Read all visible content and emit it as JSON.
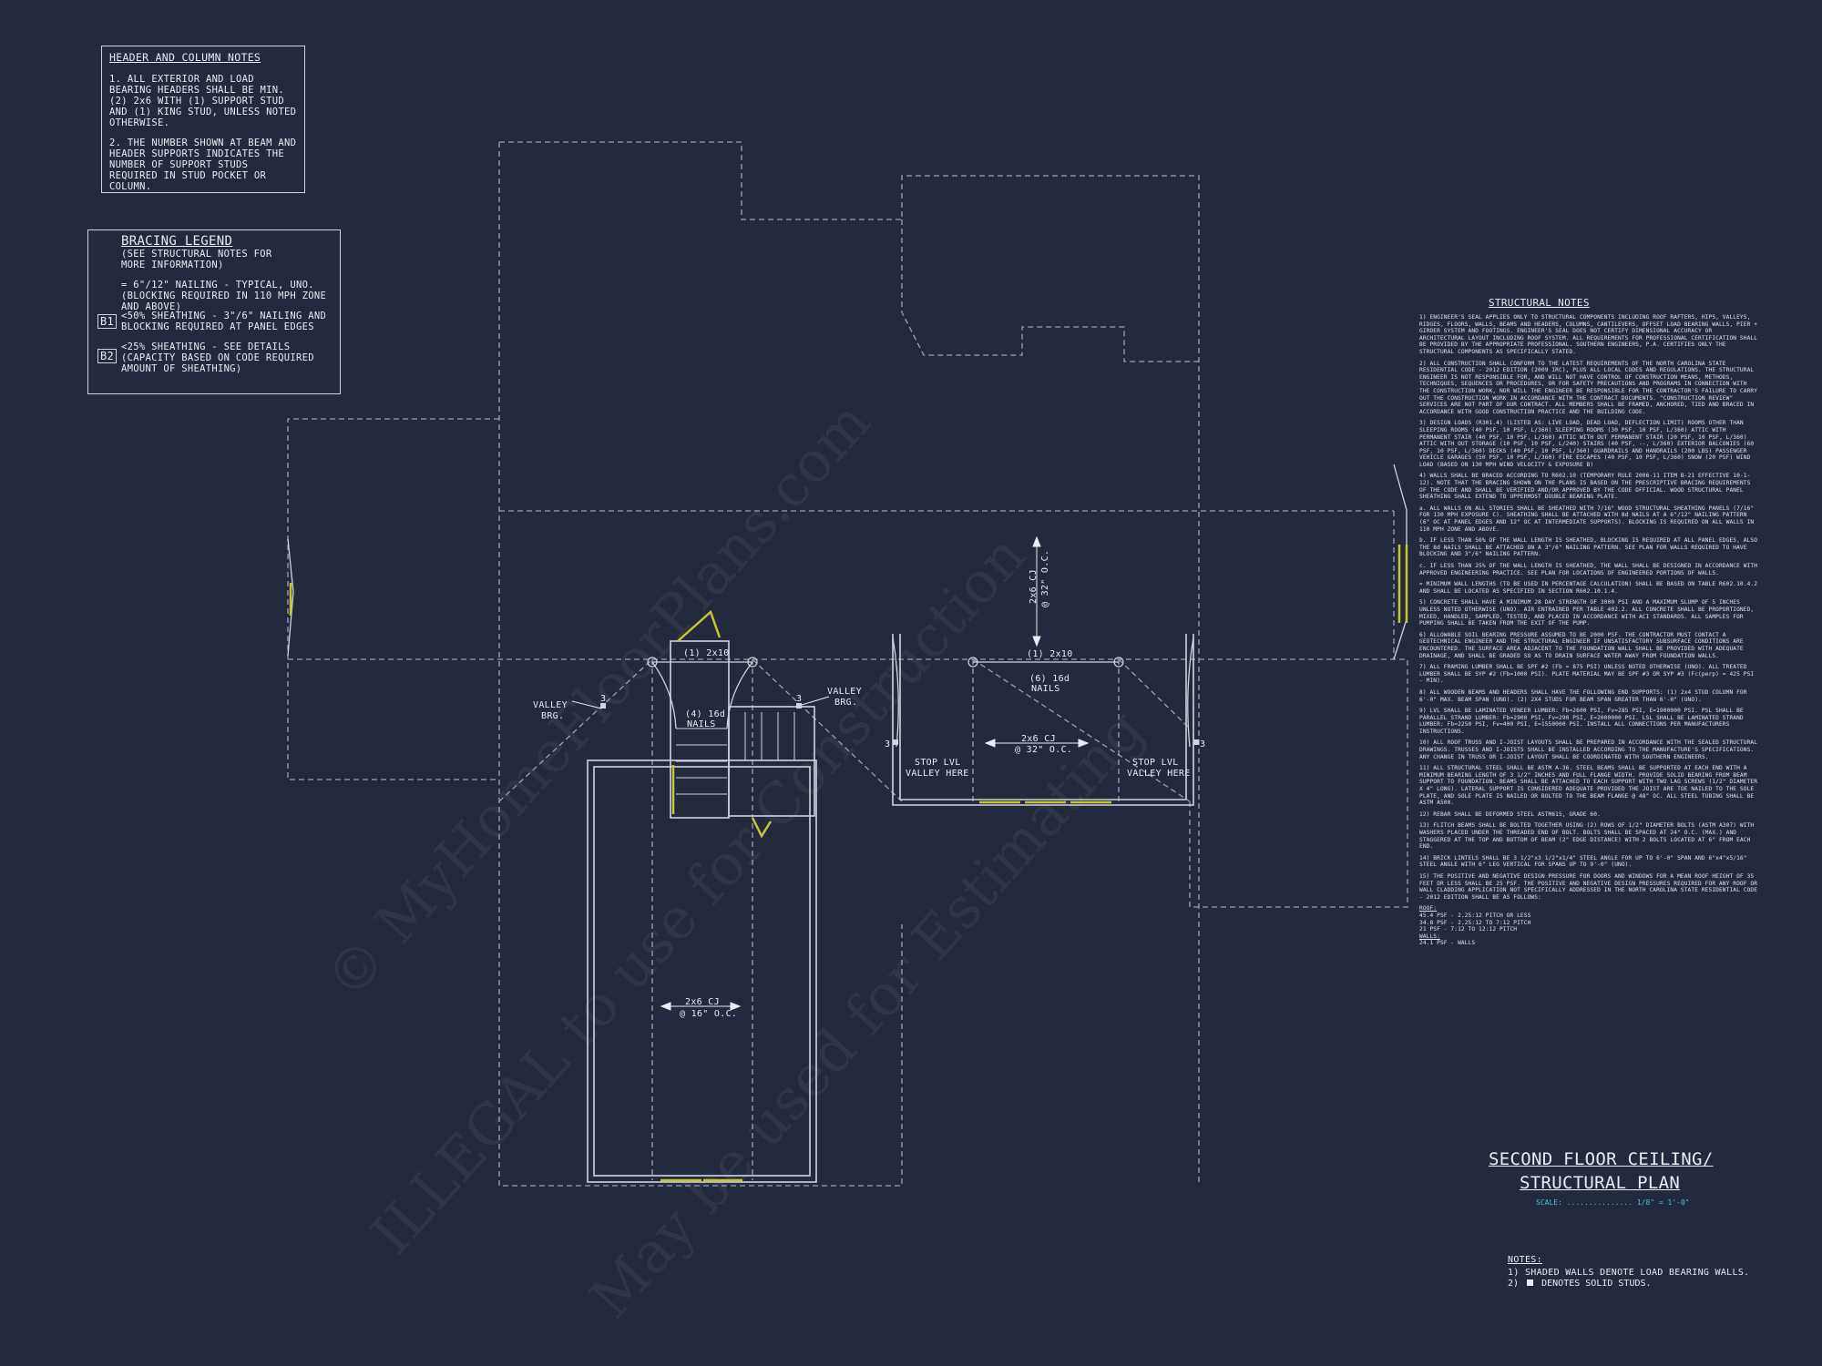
{
  "header_notes": {
    "title": "HEADER AND COLUMN NOTES",
    "note1": "1. ALL EXTERIOR AND LOAD BEARING HEADERS SHALL BE MIN. (2) 2x6 WITH (1) SUPPORT STUD AND (1) KING STUD, UNLESS NOTED OTHERWISE.",
    "note2": "2. THE NUMBER SHOWN AT BEAM AND HEADER SUPPORTS INDICATES THE NUMBER OF SUPPORT STUDS REQUIRED IN STUD POCKET OR COLUMN."
  },
  "bracing_legend": {
    "title": "BRACING LEGEND",
    "subtitle": "(SEE STRUCTURAL NOTES FOR MORE INFORMATION)",
    "item1": "= 6\"/12\" NAILING - TYPICAL, UNO. (BLOCKING REQUIRED IN 110 MPH ZONE AND ABOVE)",
    "b1_tag": "B1",
    "b1_text": "<50% SHEATHING - 3\"/6\" NAILING AND BLOCKING REQUIRED AT PANEL EDGES",
    "b2_tag": "B2",
    "b2_text": "<25% SHEATHING - SEE DETAILS (CAPACITY BASED ON CODE REQUIRED AMOUNT OF SHEATHING)"
  },
  "plan_labels": {
    "header_left": "(1) 2x10",
    "nails_left_1": "(4) 16d",
    "nails_left_2": "NAILS",
    "header_right": "(1) 2x10",
    "nails_right_1": "(6) 16d",
    "nails_right_2": "NAILS",
    "valley_left_1": "VALLEY",
    "valley_left_2": "BRG.",
    "valley_right_1": "VALLEY",
    "valley_right_2": "BRG.",
    "stud_count": "3",
    "cj_vertical_1": "2x6 CJ",
    "cj_vertical_2": "@ 32\" O.C.",
    "cj_mid_1": "2x6 CJ",
    "cj_mid_2": "@ 32\" O.C.",
    "cj_low_1": "2x6 CJ",
    "cj_low_2": "@ 16\" O.C.",
    "stop_left_1": "STOP LVL",
    "stop_left_2": "VALLEY HERE",
    "stop_right_1": "STOP LVL",
    "stop_right_2": "VALLEY HERE"
  },
  "structural_notes": {
    "title": "STRUCTURAL NOTES",
    "paragraphs": [
      "1) ENGINEER'S SEAL APPLIES ONLY TO STRUCTURAL COMPONENTS INCLUDING ROOF RAFTERS, HIPS, VALLEYS, RIDGES, FLOORS, WALLS, BEAMS AND HEADERS, COLUMNS, CANTILEVERS, OFFSET LOAD BEARING WALLS, PIER + GIRDER SYSTEM AND FOOTINGS. ENGINEER'S SEAL DOES NOT CERTIFY DIMENSIONAL ACCURACY OR ARCHITECTURAL LAYOUT INCLUDING ROOF SYSTEM. ALL REQUIREMENTS FOR PROFESSIONAL CERTIFICATION SHALL BE PROVIDED BY THE APPROPRIATE PROFESSIONAL. SOUTHERN ENGINEERS, P.A. CERTIFIES ONLY THE STRUCTURAL COMPONENTS AS SPECIFICALLY STATED.",
      "2) ALL CONSTRUCTION SHALL CONFORM TO THE LATEST REQUIREMENTS OF THE NORTH CAROLINA STATE RESIDENTIAL CODE - 2012 EDITION (2009 IRC), PLUS ALL LOCAL CODES AND REGULATIONS. THE STRUCTURAL ENGINEER IS NOT RESPONSIBLE FOR, AND WILL NOT HAVE CONTROL OF CONSTRUCTION MEANS, METHODS, TECHNIQUES, SEQUENCES OR PROCEDURES, OR FOR SAFETY PRECAUTIONS AND PROGRAMS IN CONNECTION WITH THE CONSTRUCTION WORK, NOR WILL THE ENGINEER BE RESPONSIBLE FOR THE CONTRACTOR'S FAILURE TO CARRY OUT THE CONSTRUCTION WORK IN ACCORDANCE WITH THE CONTRACT DOCUMENTS. \"CONSTRUCTION REVIEW\" SERVICES ARE NOT PART OF OUR CONTRACT. ALL MEMBERS SHALL BE FRAMED, ANCHORED, TIED AND BRACED IN ACCORDANCE WITH GOOD CONSTRUCTION PRACTICE AND THE BUILDING CODE.",
      "3) DESIGN LOADS (R301.4) (LISTED AS: LIVE LOAD, DEAD LOAD, DEFLECTION LIMIT) ROOMS OTHER THAN SLEEPING ROOMS (40 PSF, 10 PSF, L/360) SLEEPING ROOMS (30 PSF, 10 PSF, L/360) ATTIC WITH PERMANENT STAIR (40 PSF, 10 PSF, L/360) ATTIC WITH OUT PERMANENT STAIR (20 PSF, 10 PSF, L/360) ATTIC WITH OUT STORAGE (10 PSF, 10 PSF, L/240) STAIRS (40 PSF, --, L/360) EXTERIOR BALCONIES (60 PSF, 10 PSF, L/360) DECKS (40 PSF, 10 PSF, L/360) GUARDRAILS AND HANDRAILS (200 LBS) PASSENGER VEHICLE GARAGES (50 PSF, 10 PSF, L/360) FIRE ESCAPES (40 PSF, 10 PSF, L/360) SNOW (20 PSF) WIND LOAD (BASED ON 130 MPH WIND VELOCITY & EXPOSURE B)",
      "4) WALLS SHALL BE BRACED ACCORDING TO R602.10 (TEMPORARY RULE 2006-11 ITEM B-21 EFFECTIVE 10-1-12). NOTE THAT THE BRACING SHOWN ON THE PLANS IS BASED ON THE PRESCRIPTIVE BRACING REQUIREMENTS OF THE CODE AND SHALL BE VERIFIED AND/OR APPROVED BY THE CODE OFFICIAL. WOOD STRUCTURAL PANEL SHEATHING SHALL EXTEND TO UPPERMOST DOUBLE BEARING PLATE.",
      "a. ALL WALLS ON ALL STORIES SHALL BE SHEATHED WITH 7/16\" WOOD STRUCTURAL SHEATHING PANELS (7/16\" FOR 130 MPH EXPOSURE C). SHEATHING SHALL BE ATTACHED WITH 8d NAILS AT A 6\"/12\" NAILING PATTERN (6\" OC AT PANEL EDGES AND 12\" OC AT INTERMEDIATE SUPPORTS). BLOCKING IS REQUIRED ON ALL WALLS IN 110 MPH ZONE AND ABOVE.",
      "b. IF LESS THAN 50% OF THE WALL LENGTH IS SHEATHED, BLOCKING IS REQUIRED AT ALL PANEL EDGES, ALSO THE 8d NAILS SHALL BE ATTACHED ON A 3\"/6\" NAILING PATTERN. SEE PLAN FOR WALLS REQUIRED TO HAVE BLOCKING AND 3\"/6\" NAILING PATTERN.",
      "c. IF LESS THAN 25% OF THE WALL LENGTH IS SHEATHED, THE WALL SHALL BE DESIGNED IN ACCORDANCE WITH APPROVED ENGINEERING PRACTICE. SEE PLAN FOR LOCATIONS OF ENGINEERED PORTIONS OF WALLS.",
      "= MINIMUM WALL LENGTHS (TO BE USED IN PERCENTAGE CALCULATION) SHALL BE BASED ON TABLE R602.10.4.2 AND SHALL BE LOCATED AS SPECIFIED IN SECTION R602.10.1.4.",
      "5) CONCRETE SHALL HAVE A MINIMUM 28 DAY STRENGTH OF 3000 PSI AND A MAXIMUM SLUMP OF 5 INCHES UNLESS NOTED OTHERWISE (UNO). AIR ENTRAINED PER TABLE 402.2. ALL CONCRETE SHALL BE PROPORTIONED, MIXED, HANDLED, SAMPLED, TESTED, AND PLACED IN ACCORDANCE WITH ACI STANDARDS. ALL SAMPLES FOR PUMPING SHALL BE TAKEN FROM THE EXIT OF THE PUMP.",
      "6) ALLOWABLE SOIL BEARING PRESSURE ASSUMED TO BE 2000 PSF. THE CONTRACTOR MUST CONTACT A GEOTECHNICAL ENGINEER AND THE STRUCTURAL ENGINEER IF UNSATISFACTORY SUBSURFACE CONDITIONS ARE ENCOUNTERED. THE SURFACE AREA ADJACENT TO THE FOUNDATION WALL SHALL BE PROVIDED WITH ADEQUATE DRAINAGE, AND SHALL BE GRADED SO AS TO DRAIN SURFACE WATER AWAY FROM FOUNDATION WALLS.",
      "7) ALL FRAMING LUMBER SHALL BE SPF #2 (Fb = 875 PSI) UNLESS NOTED OTHERWISE (UNO). ALL TREATED LUMBER SHALL BE SYP #2 (Fb=1000 PSI). PLATE MATERIAL MAY BE SPF #3 OR SYP #3 (Fc(perp) = 425 PSI - MIN).",
      "8) ALL WOODEN BEAMS AND HEADERS SHALL HAVE THE FOLLOWING END SUPPORTS: (1) 2x4 STUD COLUMN FOR 6'-0\" MAX. BEAM SPAN (UNO). (2) 2X4 STUDS FOR BEAM SPAN GREATER THAN 6'-0\" (UNO).",
      "9) LVL SHALL BE LAMINATED VENEER LUMBER: Fb=2600 PSI, Fv=285 PSI, E=1900000 PSI. PSL SHALL BE PARALLEL STRAND LUMBER: Fb=2900 PSI, Fv=290 PSI, E=2000000 PSI. LSL SHALL BE LAMINATED STRAND LUMBER: Fb=2250 PSI, Fv=400 PSI, E=1550000 PSI. INSTALL ALL CONNECTIONS PER MANUFACTURERS INSTRUCTIONS.",
      "10) ALL ROOF TRUSS AND I-JOIST LAYOUTS SHALL BE PREPARED IN ACCORDANCE WITH THE SEALED STRUCTURAL DRAWINGS. TRUSSES AND I-JOISTS SHALL BE INSTALLED ACCORDING TO THE MANUFACTURE'S SPECIFICATIONS. ANY CHANGE IN TRUSS OR I-JOIST LAYOUT SHALL BE COORDINATED WITH SOUTHERN ENGINEERS.",
      "11) ALL STRUCTURAL STEEL SHALL BE ASTM A-36. STEEL BEAMS SHALL BE SUPPORTED AT EACH END WITH A MINIMUM BEARING LENGTH OF 3 1/2\" INCHES AND FULL FLANGE WIDTH. PROVIDE SOLID BEARING FROM BEAM SUPPORT TO FOUNDATION. BEAMS SHALL BE ATTACHED TO EACH SUPPORT WITH TWO LAG SCREWS (1/2\" DIAMETER X 4\" LONG). LATERAL SUPPORT IS CONSIDERED ADEQUATE PROVIDED THE JOIST ARE TOE NAILED TO THE SOLE PLATE, AND SOLE PLATE IS NAILED OR BOLTED TO THE BEAM FLANGE @ 48\" OC. ALL STEEL TUBING SHALL BE ASTM A500.",
      "12) REBAR SHALL BE DEFORMED STEEL ASTM615, GRADE 60.",
      "13) FLITCH BEAMS SHALL BE BOLTED TOGETHER USING (2) ROWS OF 1/2\" DIAMETER BOLTS (ASTM A307) WITH WASHERS PLACED UNDER THE THREADED END OF BOLT. BOLTS SHALL BE SPACED AT 24\" O.C. (MAX.) AND STAGGERED AT THE TOP AND BOTTOM OF BEAM (2\" EDGE DISTANCE) WITH 2 BOLTS LOCATED AT 6\" FROM EACH END.",
      "14) BRICK LINTELS SHALL BE 3 1/2\"x3 1/2\"x1/4\" STEEL ANGLE FOR UP TO 6'-0\" SPAN AND 6\"x4\"x5/16\" STEEL ANGLE WITH 6\" LEG VERTICAL FOR SPANS UP TO 9'-0\" (UNO).",
      "15) THE POSITIVE AND NEGATIVE DESIGN PRESSURE FOR DOORS AND WINDOWS FOR A MEAN ROOF HEIGHT OF 35 FEET OR LESS SHALL BE 25 PSF. THE POSITIVE AND NEGATIVE DESIGN PRESSURES REQUIRED FOR ANY ROOF OR WALL CLADDING APPLICATION NOT SPECIFICALLY ADDRESSED IN THE NORTH CAROLINA STATE RESIDENTIAL CODE - 2012 EDITION SHALL BE AS FOLLOWS:"
    ],
    "roof_heading": "ROOF:",
    "roof_lines": [
      "45.4 PSF - 2.25:12 PITCH OR LESS",
      "34.8 PSF - 2.25:12 TO 7:12 PITCH",
      "21 PSF - 7:12 TO 12:12 PITCH"
    ],
    "walls_heading": "WALLS:",
    "walls_lines": [
      "24.1 PSF - WALLS"
    ]
  },
  "plan_title": {
    "line1": "SECOND FLOOR CEILING/",
    "line2": "STRUCTURAL PLAN",
    "scale_label": "SCALE:",
    "scale_dots": "...............",
    "scale_value": "1/8\" = 1'-0\""
  },
  "bottom_notes": {
    "title": "NOTES:",
    "note1": "1) SHADED WALLS DENOTE LOAD BEARING WALLS.",
    "note2_prefix": "2)",
    "note2_text": "DENOTES SOLID STUDS."
  },
  "watermark": {
    "line1": "© MyHomeFloorPlans.com",
    "line2": "ILLEGAL to use for Construction",
    "line3": "May be used for Estimating"
  },
  "colors": {
    "background": "#242a3d",
    "line": "#cfd4de",
    "dashed": "#9aa1b0",
    "accent_yellow": "#c8c630",
    "scale_cyan": "#38c7d6"
  }
}
